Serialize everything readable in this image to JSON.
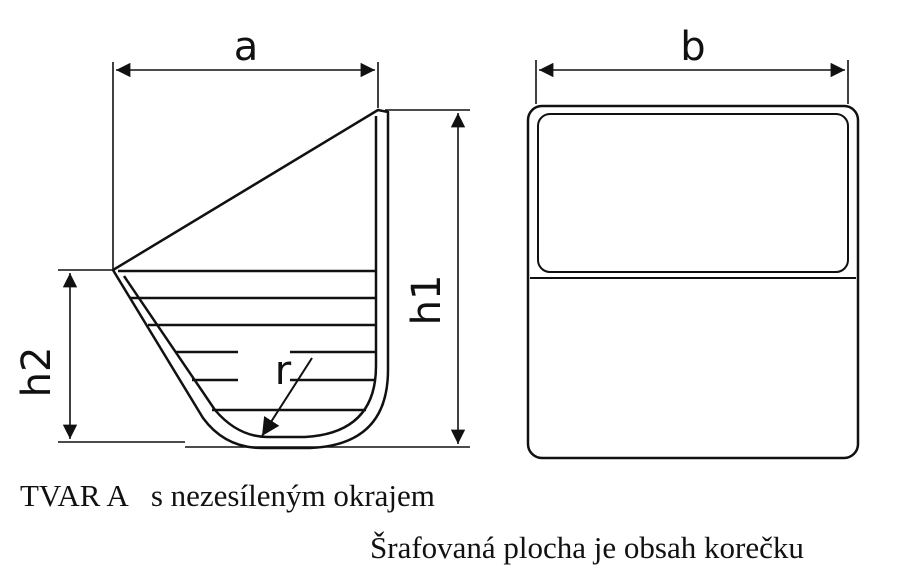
{
  "labels": {
    "a": "a",
    "b": "b",
    "h1": "h1",
    "h2": "h2",
    "r": "r"
  },
  "caption": {
    "shape_name": "TVAR A",
    "shape_desc": "s nezesíleným okrajem",
    "note": "Šrafovaná plocha je obsah korečku"
  },
  "colors": {
    "line": "#111111",
    "background": "#ffffff"
  }
}
